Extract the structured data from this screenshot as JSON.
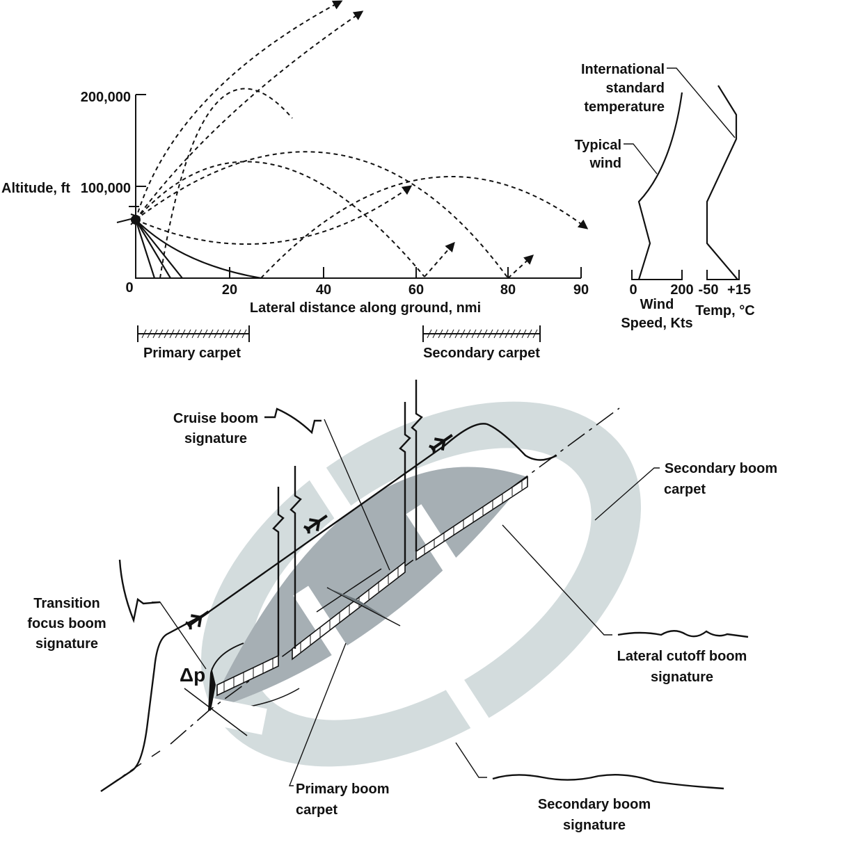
{
  "top_chart": {
    "y_axis_title": "Altitude, ft",
    "y_ticks": [
      "200,000",
      "100,000"
    ],
    "x_origin_label": "0",
    "x_ticks": [
      "20",
      "40",
      "60",
      "80",
      "90"
    ],
    "x_axis_title": "Lateral distance along ground, nmi",
    "primary_carpet": "Primary carpet",
    "secondary_carpet": "Secondary carpet"
  },
  "profiles": {
    "ist_label": [
      "International",
      "standard",
      "temperature"
    ],
    "wind_label": [
      "Typical",
      "wind"
    ],
    "wind_ticks": [
      "0",
      "200"
    ],
    "wind_axis_title": [
      "Wind",
      "Speed, Kts"
    ],
    "temp_ticks": [
      "-50",
      "+15"
    ],
    "temp_axis_title": "Temp, °C"
  },
  "diagram": {
    "cruise": [
      "Cruise boom",
      "signature"
    ],
    "secondary_carpet": [
      "Secondary boom",
      "carpet"
    ],
    "transition": [
      "Transition",
      "focus boom",
      "signature"
    ],
    "lateral_cutoff": [
      "Lateral cutoff boom",
      "signature"
    ],
    "delta_p": "Δp",
    "primary_carpet": [
      "Primary boom",
      "carpet"
    ],
    "secondary_signature": [
      "Secondary boom",
      "signature"
    ]
  },
  "colors": {
    "ink": "#111111",
    "secondary_carpet_fill": "#d3dcdd",
    "primary_carpet_fill": "#a6afb4",
    "background": "#ffffff"
  }
}
